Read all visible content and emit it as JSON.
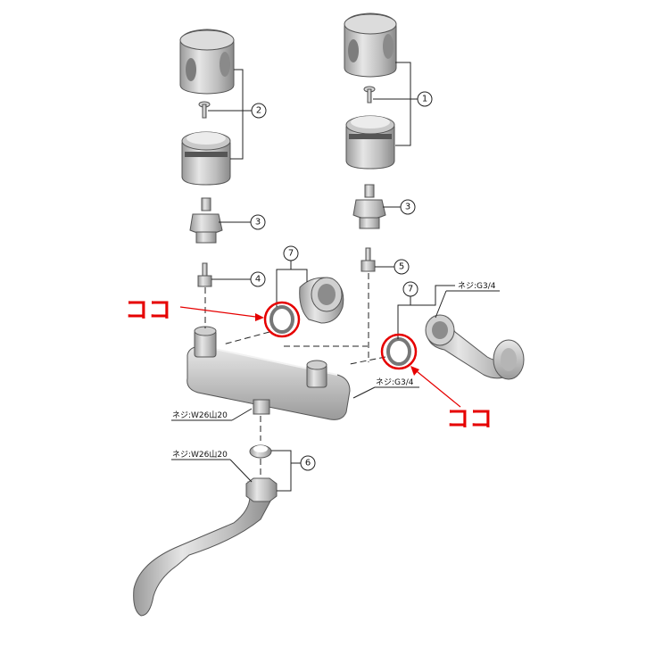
{
  "callouts": {
    "c1": "1",
    "c2": "2",
    "c3a": "3",
    "c3b": "3",
    "c4": "4",
    "c5": "5",
    "c6": "6",
    "c7a": "7",
    "c7b": "7"
  },
  "thread_labels": {
    "spout_body": "ネジ:W26山20",
    "spout_pipe": "ネジ:W26山20",
    "body_right": "ネジ:G3/4",
    "elbow": "ネジ:G3/4"
  },
  "highlights": {
    "left": "ココ",
    "right": "ココ"
  },
  "colors": {
    "highlight": "#e60000",
    "part_fill": "#c8c8c8",
    "line": "#222222"
  }
}
